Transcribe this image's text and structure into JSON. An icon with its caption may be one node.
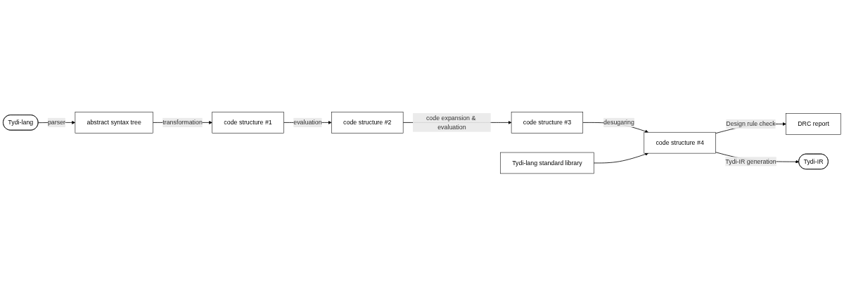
{
  "diagram": {
    "nodes": [
      {
        "text": [
          "Tydi-lang"
        ]
      },
      {
        "text": [
          "abstract syntax tree"
        ]
      },
      {
        "text": [
          "code structure #1"
        ]
      },
      {
        "text": [
          "code structure #4"
        ]
      },
      {
        "text": [
          "code structure #3"
        ]
      },
      {
        "text": [
          "code structure #2"
        ]
      },
      {
        "text": [
          "Tydi-lang standard library"
        ]
      },
      {
        "text": [
          "DRC report"
        ]
      },
      {
        "text": [
          "Tydi-IR"
        ]
      }
    ],
    "edges": [
      {
        "from": 0,
        "to": 1,
        "arrow": "to",
        "label": "parser"
      },
      {
        "from": 1,
        "to": 2,
        "arrow": "to",
        "label": "transformation"
      },
      {
        "from": 2,
        "to": 5,
        "arrow": "to",
        "label": "evaluation"
      },
      {
        "from": 5,
        "to": 4,
        "arrow": "to",
        "label": "code expansion & evaluation"
      },
      {
        "from": 4,
        "to": 3,
        "arrow": "to",
        "label": "desugaring"
      },
      {
        "from": 6,
        "to": 3,
        "arrow": "to"
      },
      {
        "from": 3,
        "to": 7,
        "arrow": "to",
        "label": "Design rule check"
      },
      {
        "from": 3,
        "to": 8,
        "arrow": "to",
        "label": "Tydi-IR generation"
      }
    ]
  }
}
